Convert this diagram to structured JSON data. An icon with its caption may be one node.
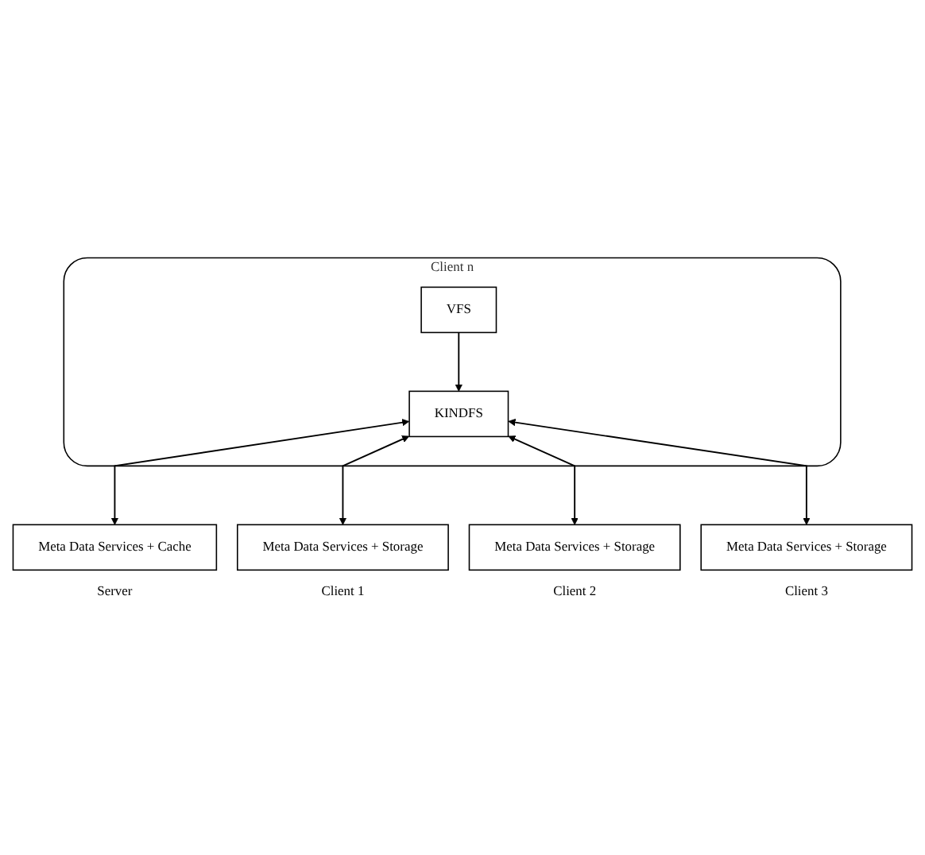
{
  "diagram": {
    "nodes": [
      {
        "text": [
          "Client n"
        ]
      },
      {
        "text": [
          "VFS"
        ],
        "in": 0
      },
      {
        "text": [
          "KINDFS"
        ],
        "in": 0
      },
      {
        "text": [
          "Meta Data Services + Cache"
        ],
        "beside": [
          "Server"
        ]
      },
      {
        "text": [
          "Meta Data Services + Storage"
        ],
        "beside": [
          "Client 1"
        ]
      },
      {
        "text": [
          "Meta Data Services + Storage"
        ],
        "beside": [
          "Client 2"
        ]
      },
      {
        "text": [
          "Meta Data Services + Storage"
        ],
        "beside": [
          "Client 3"
        ]
      }
    ],
    "edges": [
      {
        "from": 1,
        "to": 2,
        "arrow": "to"
      },
      {
        "from": 2,
        "to": 3,
        "arrow": "both"
      },
      {
        "from": 2,
        "to": 4,
        "arrow": "both"
      },
      {
        "from": 2,
        "to": 5,
        "arrow": "both"
      },
      {
        "from": 2,
        "to": 6,
        "arrow": "both"
      }
    ]
  }
}
